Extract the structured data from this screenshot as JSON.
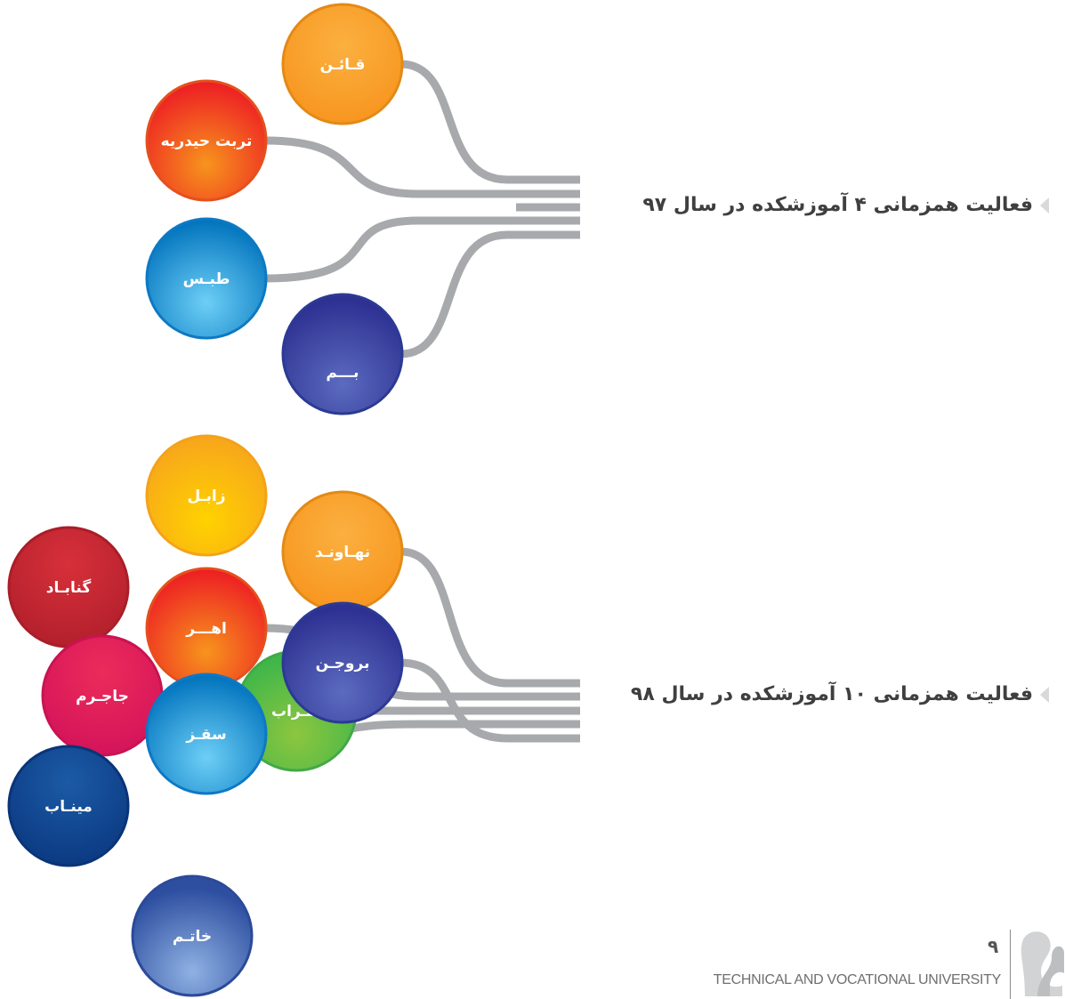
{
  "groups": [
    {
      "heading": "فعالیت همزمانی ۴ آموزشکده در سال ۹۷",
      "colleges": [
        {
          "name": "قـائـن",
          "color": "orange"
        },
        {
          "name": "تربت حیدریه",
          "color": "red-orange"
        },
        {
          "name": "طبـس",
          "color": "blue"
        },
        {
          "name": "بـــم",
          "color": "indigo"
        }
      ]
    },
    {
      "heading": "فعالیت همزمانی ۱۰ آموزشکده در سال ۹۸",
      "colleges": [
        {
          "name": "زابـل",
          "color": "yellow"
        },
        {
          "name": "نهـاونـد",
          "color": "orange"
        },
        {
          "name": "گنابـاد",
          "color": "crimson"
        },
        {
          "name": "اهـــر",
          "color": "red-orange"
        },
        {
          "name": "جاجـرم",
          "color": "pink-red"
        },
        {
          "name": "سـراب",
          "color": "green"
        },
        {
          "name": "سقـز",
          "color": "blue"
        },
        {
          "name": "بروجـن",
          "color": "indigo"
        },
        {
          "name": "مینـاب",
          "color": "navy"
        },
        {
          "name": "خاتـم",
          "color": "steel-blue"
        }
      ]
    }
  ],
  "colors": {
    "connector": "#a7a9ac",
    "orange": "#f7941d",
    "yellow": "#fdb913",
    "red-orange": "#f15a24",
    "crimson": "#c1272d",
    "pink-red": "#e0115f",
    "green": "#5fb946",
    "blue": "#1b95d8",
    "indigo": "#2e3f9b",
    "navy": "#0d3e8f",
    "steel-blue": "#3a5fb0"
  },
  "footer": {
    "page_number": "۹",
    "university": "TECHNICAL AND VOCATIONAL UNIVERSITY",
    "logo_icon": "tvu-logo-icon"
  }
}
